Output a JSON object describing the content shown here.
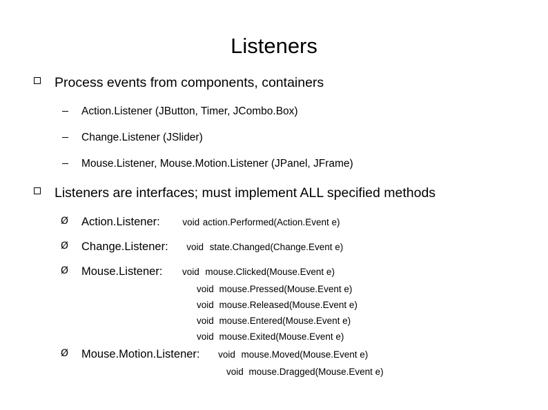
{
  "slide": {
    "title": "Listeners",
    "bullet_square_icon": "square-bullet-icon",
    "dash_icon": "dash-bullet-icon",
    "arrow_icon": "Ø",
    "level1": [
      {
        "text": "Process events from components, containers"
      },
      {
        "text": "Listeners are interfaces; must implement ALL specified methods"
      }
    ],
    "level2": [
      {
        "text": "Action.Listener (JButton, Timer, JCombo.Box)"
      },
      {
        "text": "Change.Listener (JSlider)"
      },
      {
        "text": "Mouse.Listener, Mouse.Motion.Listener (JPanel, JFrame)"
      }
    ],
    "methods": [
      {
        "name": "Action.Listener:",
        "signatures": [
          {
            "kw": "void",
            "sig": "action.Performed(Action.Event e)"
          }
        ]
      },
      {
        "name": "Change.Listener:",
        "signatures": [
          {
            "kw": "void",
            "sig": "state.Changed(Change.Event e)"
          }
        ]
      },
      {
        "name": "Mouse.Listener:",
        "signatures": [
          {
            "kw": "void",
            "sig": "mouse.Clicked(Mouse.Event e)"
          },
          {
            "kw": "void",
            "sig": "mouse.Pressed(Mouse.Event e)"
          },
          {
            "kw": "void",
            "sig": "mouse.Released(Mouse.Event e)"
          },
          {
            "kw": "void",
            "sig": "mouse.Entered(Mouse.Event e)"
          },
          {
            "kw": "void",
            "sig": "mouse.Exited(Mouse.Event e)"
          }
        ]
      },
      {
        "name": "Mouse.Motion.Listener:",
        "signatures": [
          {
            "kw": "void",
            "sig": "mouse.Moved(Mouse.Event e)"
          },
          {
            "kw": "void",
            "sig": "mouse.Dragged(Mouse.Event e)"
          }
        ]
      }
    ]
  }
}
